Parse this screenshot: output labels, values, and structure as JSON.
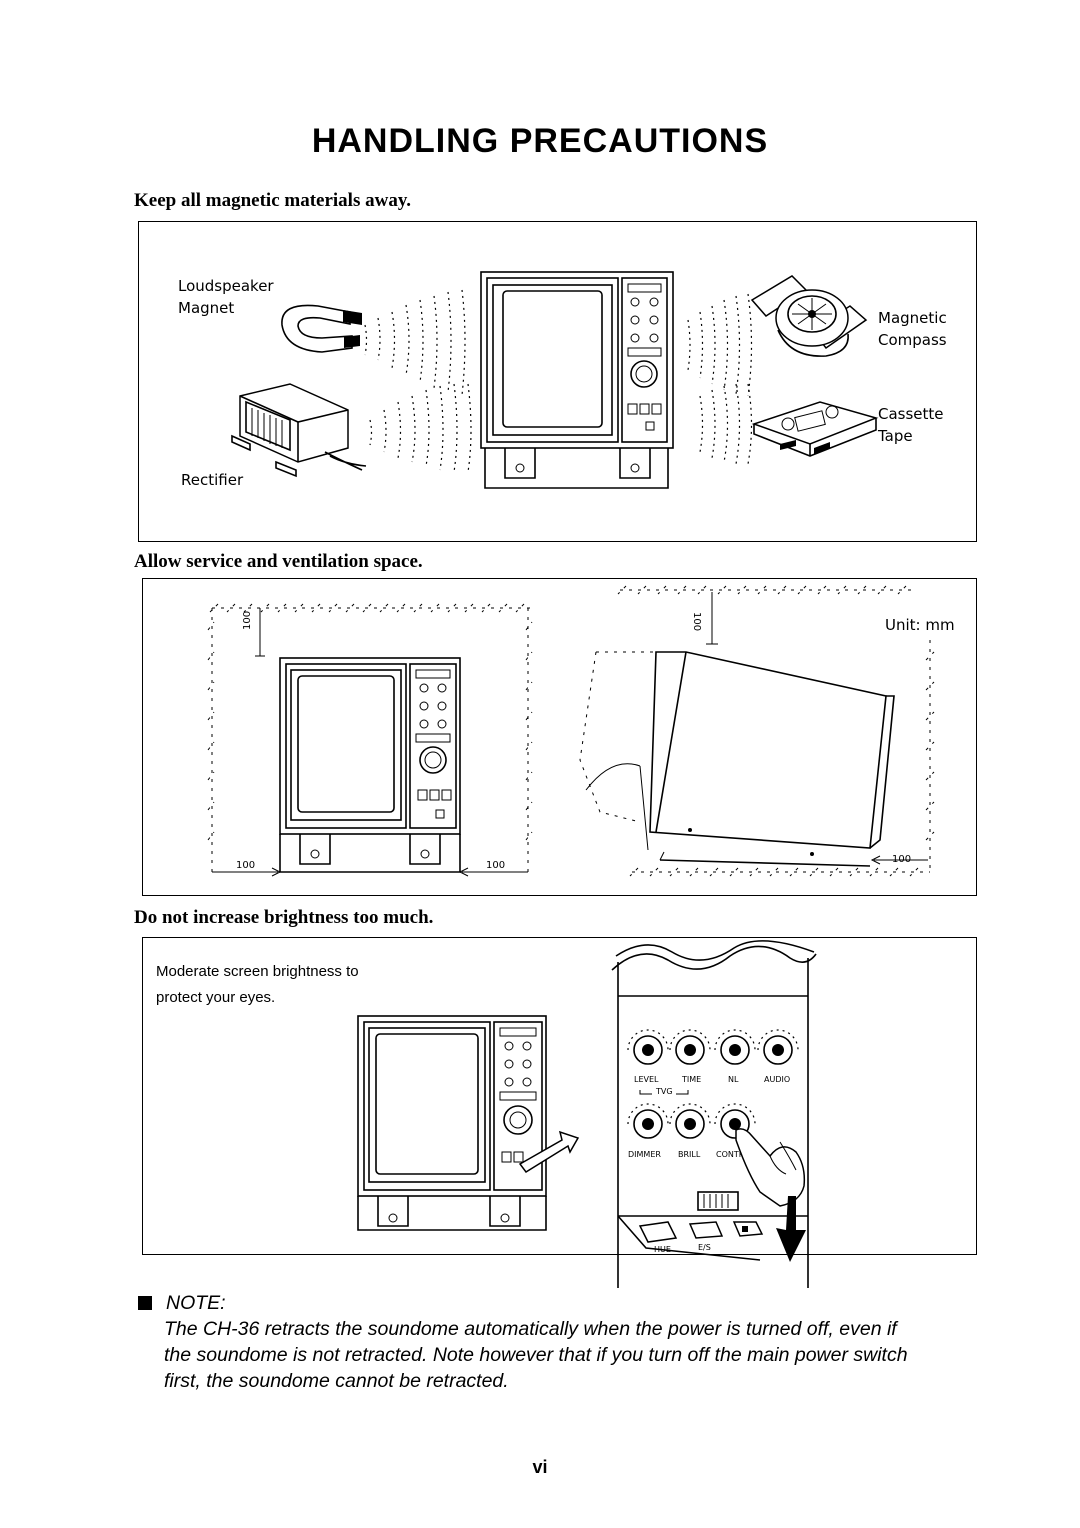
{
  "page": {
    "title": "HANDLING PRECAUTIONS",
    "page_number": "vi"
  },
  "section1": {
    "heading": "Keep all magnetic materials away.",
    "labels": {
      "loudspeaker": "Loudspeaker",
      "magnet": "Magnet",
      "rectifier": "Rectifier",
      "magnetic": "Magnetic",
      "compass": "Compass",
      "cassette": "Cassette",
      "tape": "Tape"
    }
  },
  "section2": {
    "heading": "Allow service and ventilation space.",
    "unit": "Unit: mm",
    "dim_left": "100",
    "dim_right": "100",
    "dim_top": "100",
    "dim_side_top": "100",
    "dim_side_right": "100"
  },
  "section3": {
    "heading": "Do not increase brightness too much.",
    "caption_line1": "Moderate screen brightness to",
    "caption_line2": "protect your eyes.",
    "knob_labels_top": [
      "LEVEL",
      "TIME",
      "NL",
      "AUDIO"
    ],
    "tvg_label": "TVG",
    "knob_labels_bottom": [
      "DIMMER",
      "BRILL",
      "CONTRA"
    ],
    "button_labels": [
      "HUE",
      "E/S"
    ]
  },
  "note": {
    "label": "NOTE:",
    "text_line1": "The CH-36 retracts the soundome automatically when the power is turned off, even if",
    "text_line2": "the soundome is not retracted. Note however that if you turn off the main power switch",
    "text_line3": "first, the soundome cannot be retracted."
  }
}
